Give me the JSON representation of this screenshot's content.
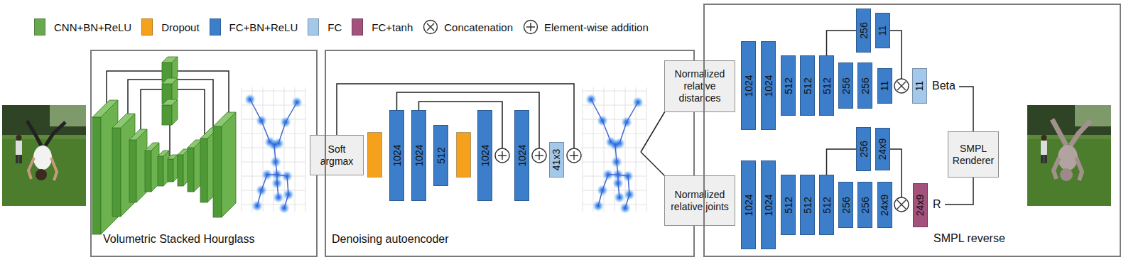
{
  "diagram": {
    "nodes": [
      {
        "text": [
          "Volumetric Stacked Hourglass"
        ]
      },
      {
        "text": [
          "Soft argmax"
        ]
      },
      {
        "text": [
          "Denoising autoencoder"
        ]
      },
      {
        "text": [
          "1024"
        ],
        "in": 2
      },
      {
        "text": [
          "1024"
        ],
        "in": 2
      },
      {
        "text": [
          "512"
        ],
        "in": 2
      },
      {
        "text": [
          "1024"
        ],
        "in": 2
      },
      {
        "text": [
          "1024"
        ],
        "in": 2
      },
      {
        "text": [
          "41x3"
        ],
        "in": 2
      },
      {
        "text": [
          "Normalized relative distances"
        ]
      },
      {
        "text": [
          "Normalized relative joints"
        ]
      },
      {
        "text": [
          "SMPL reverse"
        ]
      },
      {
        "text": [
          "256"
        ],
        "in": 11
      },
      {
        "text": [
          "11"
        ],
        "in": 11
      },
      {
        "text": [
          "1024"
        ],
        "in": 11
      },
      {
        "text": [
          "1024"
        ],
        "in": 11
      },
      {
        "text": [
          "512"
        ],
        "in": 11
      },
      {
        "text": [
          "512"
        ],
        "in": 11
      },
      {
        "text": [
          "512"
        ],
        "in": 11
      },
      {
        "text": [
          "256"
        ],
        "in": 11
      },
      {
        "text": [
          "256"
        ],
        "in": 11
      },
      {
        "text": [
          "11"
        ],
        "in": 11
      },
      {
        "text": [
          "11"
        ],
        "in": 11
      },
      {
        "text": [
          "256"
        ],
        "in": 11
      },
      {
        "text": [
          "24x9"
        ],
        "in": 11
      },
      {
        "text": [
          "1024"
        ],
        "in": 11
      },
      {
        "text": [
          "1024"
        ],
        "in": 11
      },
      {
        "text": [
          "512"
        ],
        "in": 11
      },
      {
        "text": [
          "512"
        ],
        "in": 11
      },
      {
        "text": [
          "512"
        ],
        "in": 11
      },
      {
        "text": [
          "256"
        ],
        "in": 11
      },
      {
        "text": [
          "256"
        ],
        "in": 11
      },
      {
        "text": [
          "24x9"
        ],
        "in": 11
      },
      {
        "text": [
          "24x9"
        ],
        "in": 11
      },
      {
        "text": [
          "SMPL Renderer"
        ],
        "in": 11
      }
    ],
    "edges": [
      {
        "from": 18,
        "to": 12,
        "arrow": "none"
      },
      {
        "from": 29,
        "to": 23,
        "arrow": "none"
      }
    ],
    "labels": [
      "Beta",
      "R"
    ],
    "legend": [
      {
        "text": "CNN+BN+ReLU",
        "color": "#6aa84f"
      },
      {
        "text": "Dropout",
        "color": "#f5a11c"
      },
      {
        "text": "FC+BN+ReLU",
        "color": "#3d7ecb"
      },
      {
        "text": "FC",
        "color": "#a4c8ea"
      },
      {
        "text": "FC+tanh",
        "color": "#a3527d"
      },
      {
        "text": "Concatenation"
      },
      {
        "text": "Element-wise addition"
      }
    ]
  }
}
